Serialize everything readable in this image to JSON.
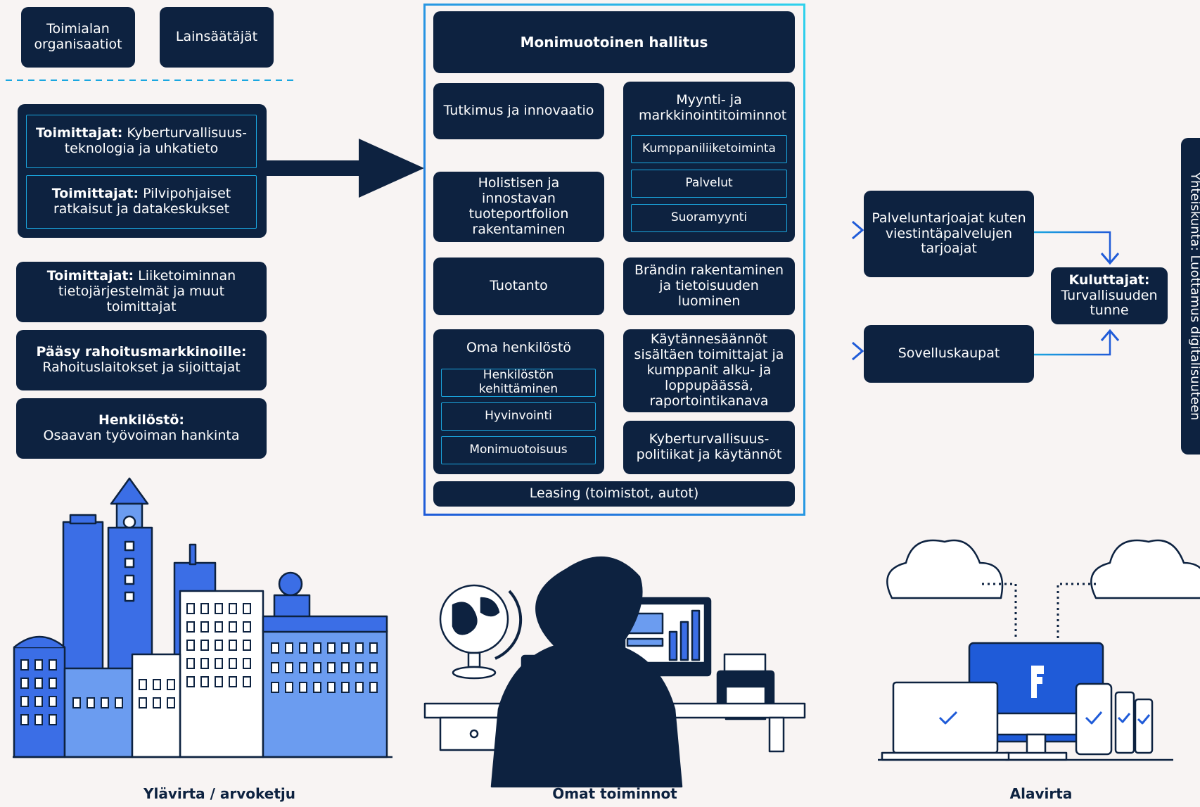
{
  "upstream": {
    "top_left": "Toimialan organisaatiot",
    "top_right": "Lainsäätäjät",
    "supplier_group": [
      {
        "bold": "Toimittajat:",
        "text": " Kyberturvallisuus-teknologia ja uhkatieto"
      },
      {
        "bold": "Toimittajat:",
        "text": " Pilvipohjaiset ratkaisut ja datakeskukset"
      }
    ],
    "boxes": [
      {
        "bold": "Toimittajat:",
        "text": " Liiketoiminnan tietojärjestelmät ja muut toimittajat"
      },
      {
        "bold": "Pääsy rahoitusmarkkinoille:",
        "text": "Rahoituslaitokset ja sijoittajat"
      },
      {
        "bold": "Henkilöstö:",
        "text": "Osaavan työvoiman hankinta"
      }
    ],
    "caption": "Ylävirta / arvoketju"
  },
  "own": {
    "governance": "Monimuotoinen hallitus",
    "research": "Tutkimus ja innovaatio",
    "sales": {
      "title": "Myynti- ja markkinointitoiminnot",
      "items": [
        "Kumppaniliiketoiminta",
        "Palvelut",
        "Suoramyynti"
      ]
    },
    "portfolio": "Holistisen ja innostavan tuoteportfolion rakentaminen",
    "production": "Tuotanto",
    "brand": "Brändin rakentaminen ja tietoisuuden luominen",
    "staff": {
      "title": "Oma henkilöstö",
      "items": [
        "Henkilöstön kehittäminen",
        "Hyvinvointi",
        "Monimuotoisuus"
      ]
    },
    "code": "Käytännesäännöt sisältäen toimittajat ja kumppanit alku- ja loppupäässä, raportointikanava",
    "cyber": "Kyberturvallisuus-politiikat ja käytännöt",
    "leasing": "Leasing (toimistot, autot)",
    "caption": "Omat toiminnot"
  },
  "downstream": {
    "providers": "Palveluntarjoajat kuten viestintäpalvelujen tarjoajat",
    "stores": "Sovelluskaupat",
    "consumers_bold": "Kuluttajat:",
    "consumers_text": "Turvallisuuden tunne",
    "society": "Yhteiskunta: Luottamus digitalisuuteen",
    "caption": "Alavirta"
  },
  "colors": {
    "navy": "#0d2240",
    "cyan": "#1aa7e0",
    "blue": "#1f5bd8",
    "light_blue": "#6b9cf0",
    "background": "#f8f4f3"
  }
}
